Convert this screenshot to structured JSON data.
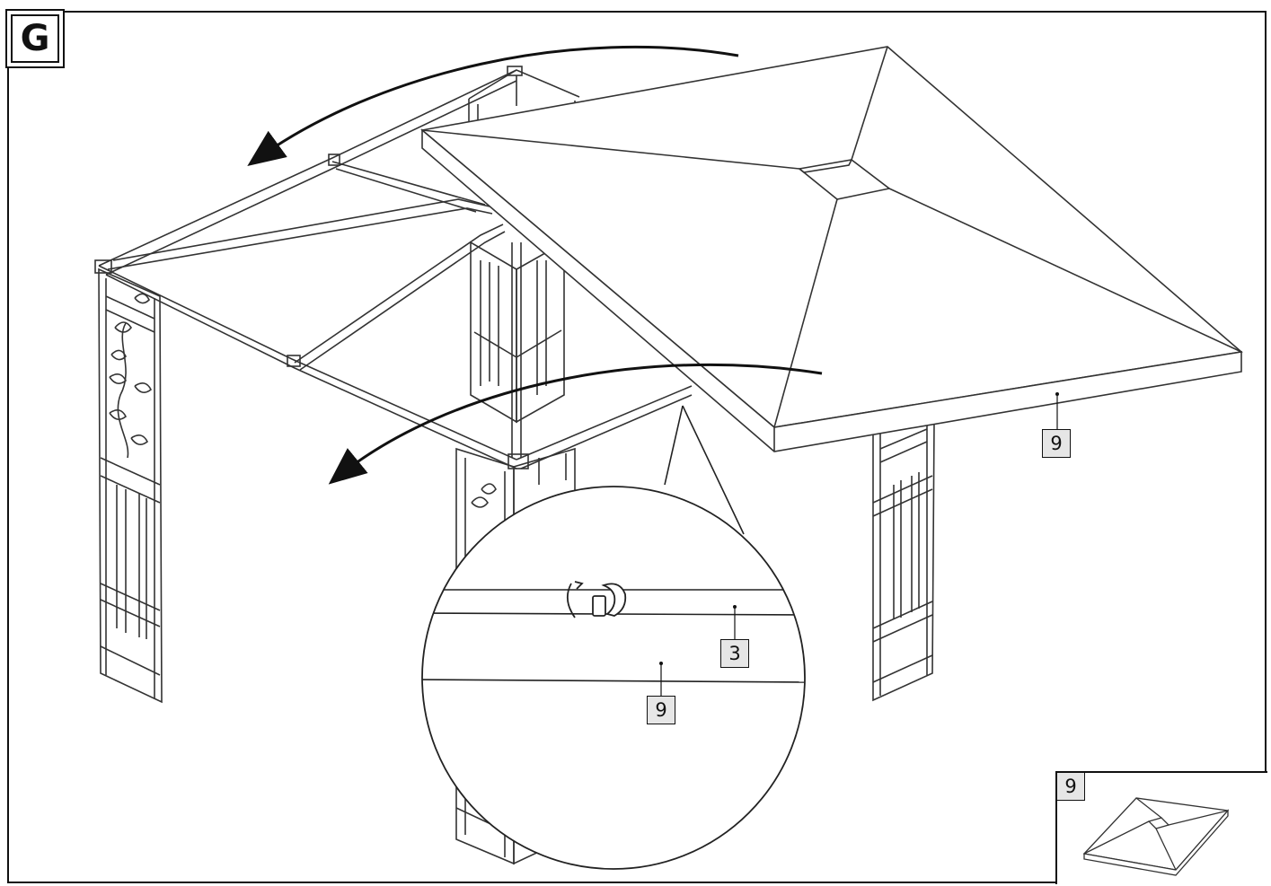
{
  "step": {
    "letter": "G"
  },
  "labels": {
    "canopy_main": "9",
    "detail_frame_bar": "3",
    "detail_canopy": "9",
    "inset_part": "9"
  }
}
